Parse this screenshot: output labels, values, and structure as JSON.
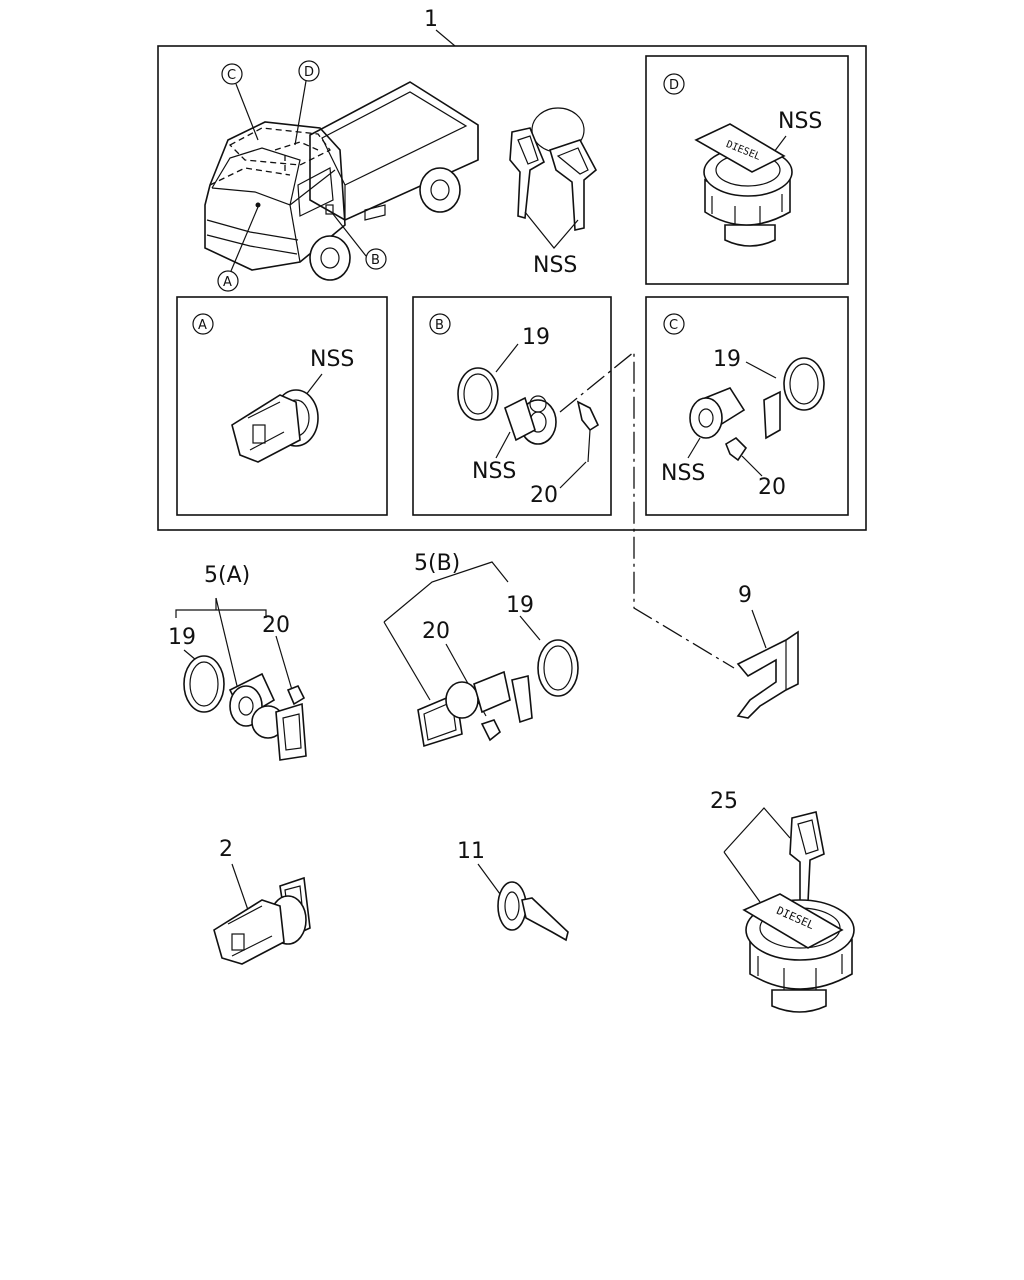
{
  "labels": {
    "assembly": "1",
    "nss": "NSS",
    "detail_a": "A",
    "detail_b": "B",
    "detail_c": "C",
    "detail_d": "D",
    "p2": "2",
    "p5a": "5(A)",
    "p5b": "5(B)",
    "p9": "9",
    "p11": "11",
    "p19": "19",
    "p20": "20",
    "p25": "25"
  },
  "fuel_cap_text": "DIESEL"
}
